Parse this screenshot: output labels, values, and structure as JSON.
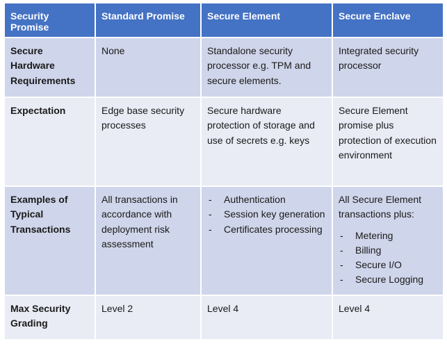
{
  "headers": [
    "Security Promise",
    "Standard Promise",
    "Secure Element",
    "Secure Enclave"
  ],
  "rows": [
    {
      "label": "Secure Hardware Requirements",
      "standard": "None",
      "element": "Standalone security processor e.g. TPM and secure elements.",
      "enclave": "Integrated security processor"
    },
    {
      "label": "Expectation",
      "standard": "Edge base security processes",
      "element": "Secure hardware protection of storage and use of secrets e.g. keys",
      "enclave": "Secure Element promise plus protection of execution environment"
    },
    {
      "label": "Examples of Typical Transactions",
      "standard": "All transactions in accordance with deployment risk assessment",
      "element_bullets": [
        "Authentication",
        "Session key generation",
        "Certificates processing"
      ],
      "enclave_intro": "All Secure Element transactions plus:",
      "enclave_bullets": [
        "Metering",
        "Billing",
        "Secure I/O",
        "Secure Logging"
      ]
    },
    {
      "label": "Max Security Grading",
      "standard": "Level 2",
      "element": "Level 4",
      "enclave": "Level 4"
    }
  ],
  "bullet_marker": "-",
  "colors": {
    "header_bg": "#4472c4",
    "row_dark": "#cfd5ea",
    "row_light": "#e9ebf5"
  }
}
